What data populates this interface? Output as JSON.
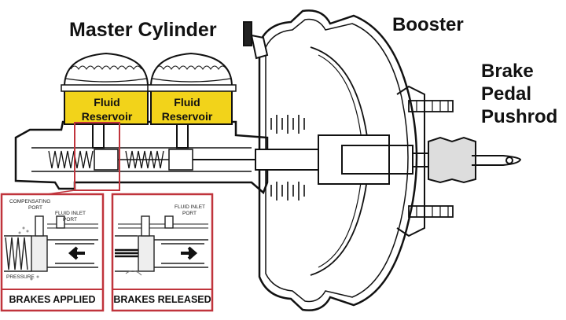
{
  "labels": {
    "master_cylinder": "Master Cylinder",
    "booster": "Booster",
    "brake": "Brake",
    "pedal": "Pedal",
    "pushrod": "Pushrod",
    "fluid": "Fluid",
    "reservoir": "Reservoir"
  },
  "insets": {
    "applied": {
      "title": "BRAKES APPLIED",
      "compensating": "COMPENSATING",
      "port": "PORT",
      "fluid_inlet": "FLUID INLET",
      "port2": "PORT",
      "pressure": "PRESSURE"
    },
    "released": {
      "title": "BRAKES RELEASED",
      "fluid_inlet": "FLUID INLET",
      "port": "PORT"
    }
  },
  "colors": {
    "fluid": "#f2d31a",
    "highlight": "#c0343c",
    "line": "#111111"
  }
}
